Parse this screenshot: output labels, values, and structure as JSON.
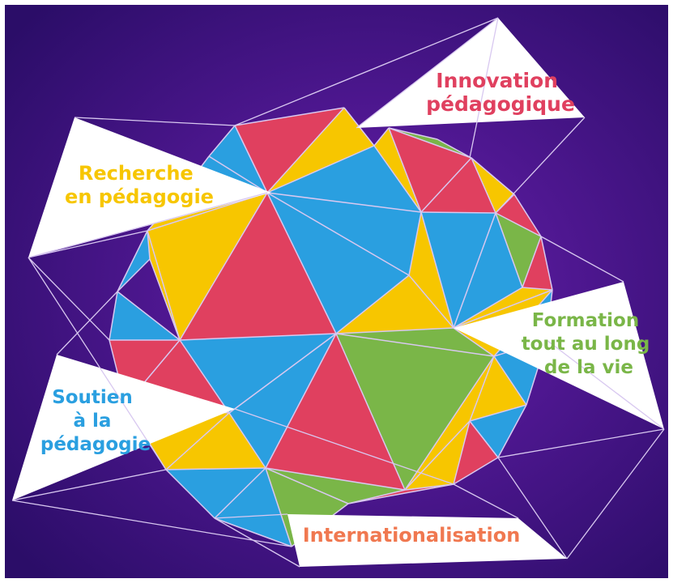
{
  "colors": {
    "background_inner": "#6a1fb0",
    "background_outer": "#2b0d68",
    "yellow": "#f7c600",
    "pink": "#e0405f",
    "blue": "#2a9fe0",
    "green": "#7ab648",
    "edge": "#d8c8f0",
    "banner": "#ffffff"
  },
  "labels": {
    "innovation": {
      "lines": [
        "Innovation",
        "pédagogique"
      ],
      "color": "#e0405f"
    },
    "recherche": {
      "lines": [
        "Recherche",
        "en pédagogie"
      ],
      "color": "#f7c600"
    },
    "formation": {
      "lines": [
        "Formation",
        "tout au long",
        "de la vie"
      ],
      "color": "#7ab648"
    },
    "soutien": {
      "lines": [
        "Soutien",
        "à la",
        "pédagogie"
      ],
      "color": "#2a9fe0"
    },
    "internationalisation": {
      "lines": [
        "Internationalisation"
      ],
      "color": "#f07850"
    }
  }
}
